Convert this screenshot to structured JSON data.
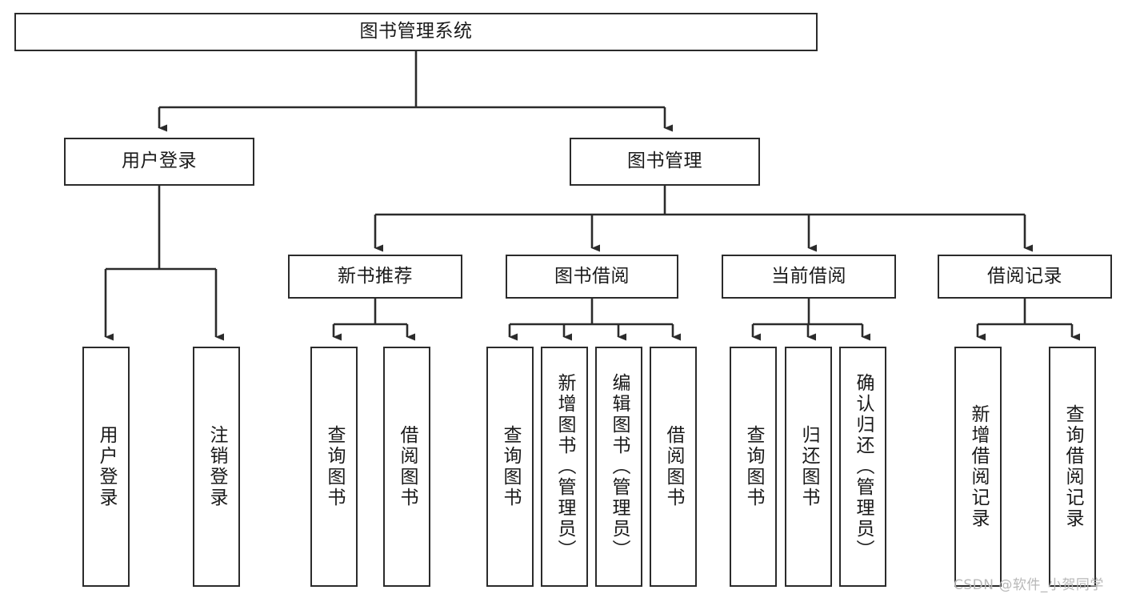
{
  "diagram": {
    "title": "图书管理系统",
    "watermark": "CSDN @软件_小贺同学",
    "stroke_color": "#2b2b2b",
    "background_color": "#ffffff",
    "text_color": "#1a1a1a",
    "watermark_color": "#b8b8b8",
    "root": {
      "label": "图书管理系统"
    },
    "level2": {
      "user_login": "用户登录",
      "book_management": "图书管理"
    },
    "level3": {
      "new_book_recommend": "新书推荐",
      "book_borrow": "图书借阅",
      "current_borrow": "当前借阅",
      "borrow_record": "借阅记录"
    },
    "leaves": {
      "user_login_1": "用户登录",
      "user_login_2": "注销登录",
      "new_book_1": "查询图书",
      "new_book_2": "借阅图书",
      "book_borrow_1": "查询图书",
      "book_borrow_2": "新增图书（管理员）",
      "book_borrow_3": "编辑图书（管理员）",
      "book_borrow_4": "借阅图书",
      "current_borrow_1": "查询图书",
      "current_borrow_2": "归还图书",
      "current_borrow_3": "确认归还（管理员）",
      "borrow_record_1": "新增借阅记录",
      "borrow_record_2": "查询借阅记录"
    }
  }
}
